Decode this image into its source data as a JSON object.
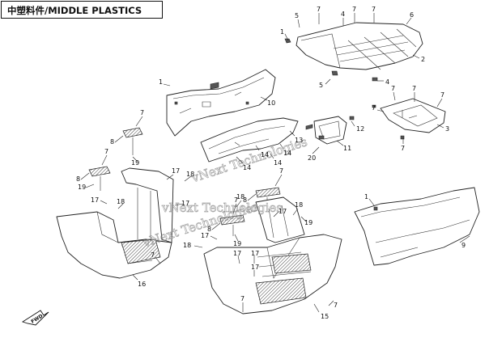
{
  "title": "中塑料件/MIDDLE PLASTICS",
  "watermark": [
    "vNext Technologies",
    "vNext Technologies",
    "vNext Technologies"
  ],
  "fwd_label": "FWD",
  "callouts": [
    {
      "id": "c-1a",
      "label": "1"
    },
    {
      "id": "c-1b",
      "label": "1"
    },
    {
      "id": "c-1c",
      "label": "1"
    },
    {
      "id": "c-2",
      "label": "2"
    },
    {
      "id": "c-3",
      "label": "3"
    },
    {
      "id": "c-4a",
      "label": "4"
    },
    {
      "id": "c-4b",
      "label": "4"
    },
    {
      "id": "c-5a",
      "label": "5"
    },
    {
      "id": "c-5b",
      "label": "5"
    },
    {
      "id": "c-6",
      "label": "6"
    },
    {
      "id": "c-7a",
      "label": "7"
    },
    {
      "id": "c-7b",
      "label": "7"
    },
    {
      "id": "c-7c",
      "label": "7"
    },
    {
      "id": "c-7d",
      "label": "7"
    },
    {
      "id": "c-7e",
      "label": "7"
    },
    {
      "id": "c-7f",
      "label": "7"
    },
    {
      "id": "c-7g",
      "label": "7"
    },
    {
      "id": "c-7h",
      "label": "7"
    },
    {
      "id": "c-7i",
      "label": "7"
    },
    {
      "id": "c-7j",
      "label": "7"
    },
    {
      "id": "c-7k",
      "label": "7"
    },
    {
      "id": "c-7l",
      "label": "7"
    },
    {
      "id": "c-7m",
      "label": "7"
    },
    {
      "id": "c-7n",
      "label": "7"
    },
    {
      "id": "c-7o",
      "label": "7"
    },
    {
      "id": "c-8a",
      "label": "8"
    },
    {
      "id": "c-8b",
      "label": "8"
    },
    {
      "id": "c-8c",
      "label": "8"
    },
    {
      "id": "c-8d",
      "label": "8"
    },
    {
      "id": "c-9",
      "label": "9"
    },
    {
      "id": "c-10",
      "label": "10"
    },
    {
      "id": "c-11",
      "label": "11"
    },
    {
      "id": "c-12",
      "label": "12"
    },
    {
      "id": "c-13",
      "label": "13"
    },
    {
      "id": "c-14a",
      "label": "14"
    },
    {
      "id": "c-14b",
      "label": "14"
    },
    {
      "id": "c-14c",
      "label": "14"
    },
    {
      "id": "c-14d",
      "label": "14"
    },
    {
      "id": "c-15",
      "label": "15"
    },
    {
      "id": "c-16",
      "label": "16"
    },
    {
      "id": "c-17a",
      "label": "17"
    },
    {
      "id": "c-17b",
      "label": "17"
    },
    {
      "id": "c-17c",
      "label": "17"
    },
    {
      "id": "c-17d",
      "label": "17"
    },
    {
      "id": "c-17e",
      "label": "17"
    },
    {
      "id": "c-17f",
      "label": "17"
    },
    {
      "id": "c-17g",
      "label": "17"
    },
    {
      "id": "c-17h",
      "label": "17"
    },
    {
      "id": "c-18a",
      "label": "18"
    },
    {
      "id": "c-18b",
      "label": "18"
    },
    {
      "id": "c-18c",
      "label": "18"
    },
    {
      "id": "c-18d",
      "label": "18"
    },
    {
      "id": "c-18e",
      "label": "18"
    },
    {
      "id": "c-19a",
      "label": "19"
    },
    {
      "id": "c-19b",
      "label": "19"
    },
    {
      "id": "c-19c",
      "label": "19"
    },
    {
      "id": "c-19d",
      "label": "19"
    },
    {
      "id": "c-20",
      "label": "20"
    }
  ]
}
